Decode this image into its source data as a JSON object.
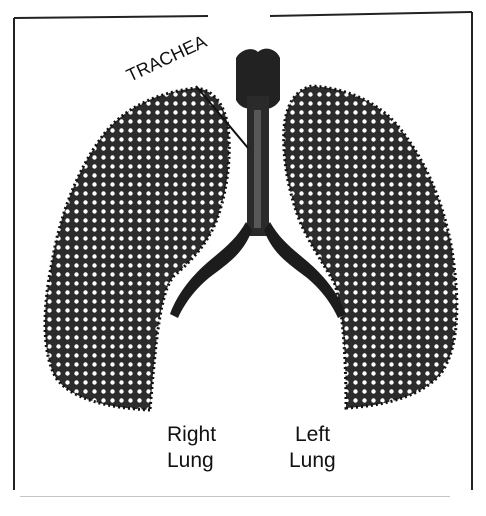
{
  "labels": {
    "trachea": "TRACHEA",
    "right_lung_line1": "Right",
    "right_lung_line2": "Lung",
    "left_lung_line1": "Left",
    "left_lung_line2": "Lung"
  },
  "colors": {
    "ink": "#111111",
    "background": "#ffffff"
  }
}
